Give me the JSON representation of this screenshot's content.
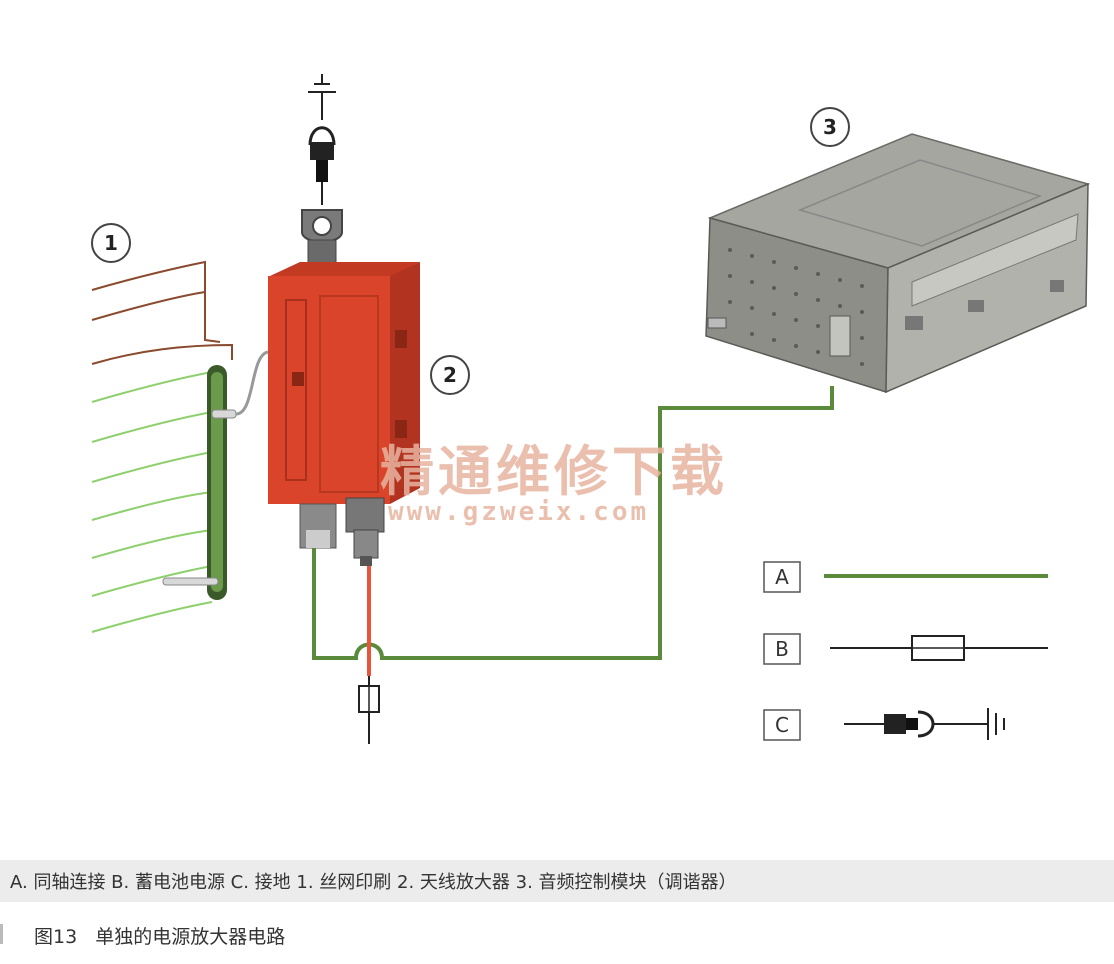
{
  "callouts": {
    "c1": "1",
    "c2": "2",
    "c3": "3"
  },
  "legend": {
    "a": "A",
    "b": "B",
    "c": "C"
  },
  "watermark": {
    "chinese": "精通维修下载",
    "url": "www.gzweix.com"
  },
  "caption": {
    "line": "A. 同轴连接  B. 蓄电池电源  C. 接地   1. 丝网印刷   2. 天线放大器   3. 音频控制模块（调谐器）"
  },
  "figure": {
    "number": "图13",
    "title": "单独的电源放大器电路"
  },
  "colors": {
    "coax_green": "#5a8a3a",
    "battery_red": "#e8553a",
    "amplifier_orange": "#d9442a",
    "screen_print_brown": "#8a4a2e",
    "screen_print_green": "#8ecf6e",
    "module_gray": "#9a9a94"
  }
}
